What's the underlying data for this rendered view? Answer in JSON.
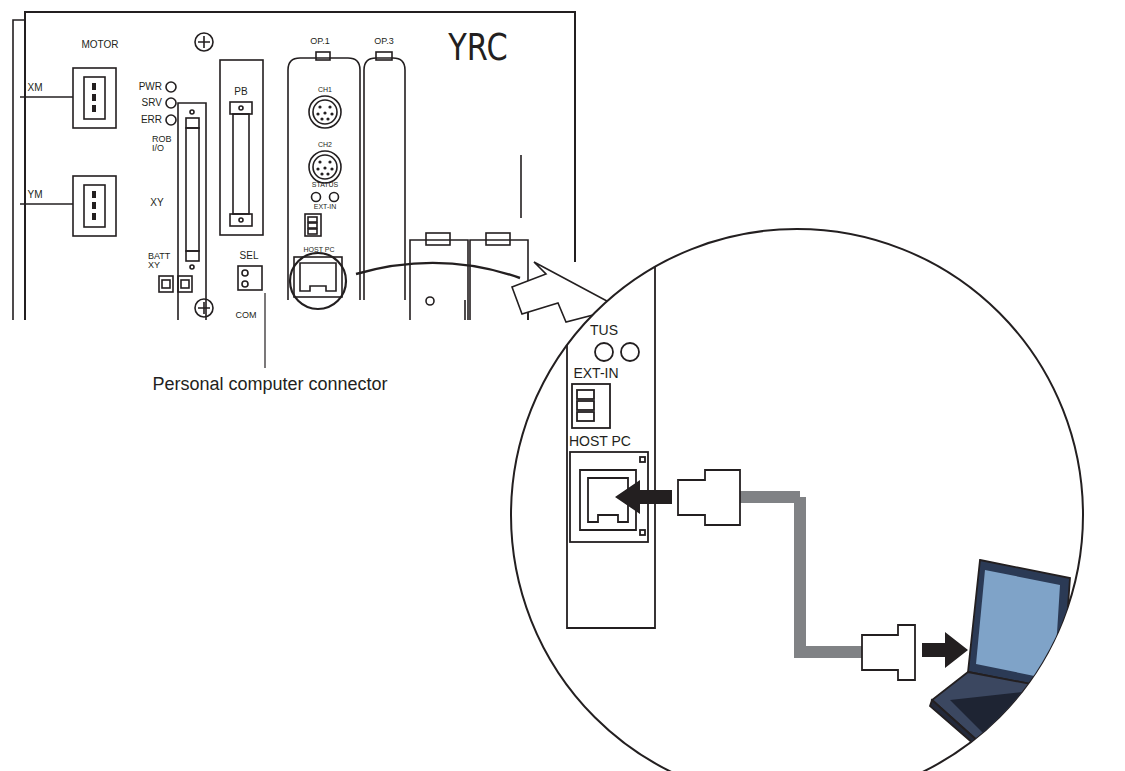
{
  "diagram": {
    "labels": [
      "MOTOR",
      "XM",
      "YM",
      "PWR",
      "SRV",
      "ERR",
      "ROB I/O",
      "XY",
      "BATT XY",
      "PB",
      "OP.1",
      "OP.3",
      "YRC",
      "CH1",
      "CH2",
      "STATUS",
      "EXT-IN",
      "HOST PC",
      "SEL",
      "COM",
      "Personal computer connector",
      "TUS",
      "EXT-IN",
      "HOST PC"
    ]
  }
}
